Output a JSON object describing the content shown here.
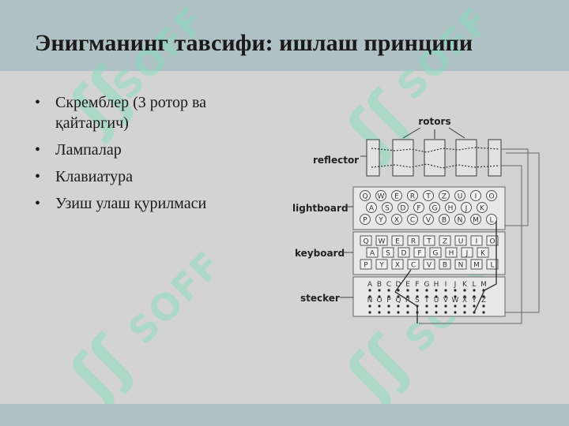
{
  "slide": {
    "title": "Энигманинг тавсифи: ишлаш принципи",
    "bullets": [
      {
        "marker": "•",
        "text": "Скремблер (3 ротор ва қайтаргич)"
      },
      {
        "marker": "•",
        "text": "Лампалар"
      },
      {
        "marker": "•",
        "text": "Клавиатура"
      },
      {
        "marker": "•",
        "text": "Узиш улаш қурилмаси"
      }
    ]
  },
  "diagram": {
    "labels": {
      "rotors": "rotors",
      "reflector": "reflector",
      "lightboard": "lightboard",
      "keyboard": "keyboard",
      "stecker": "stecker"
    },
    "lightboard_rows": [
      [
        "Q",
        "W",
        "E",
        "R",
        "T",
        "Z",
        "U",
        "I",
        "O"
      ],
      [
        "A",
        "S",
        "D",
        "F",
        "G",
        "H",
        "J",
        "K"
      ],
      [
        "P",
        "Y",
        "X",
        "C",
        "V",
        "B",
        "N",
        "M",
        "L"
      ]
    ],
    "keyboard_rows": [
      [
        "Q",
        "W",
        "E",
        "R",
        "T",
        "Z",
        "U",
        "I",
        "O"
      ],
      [
        "A",
        "S",
        "D",
        "F",
        "G",
        "H",
        "J",
        "K"
      ],
      [
        "P",
        "Y",
        "X",
        "C",
        "V",
        "B",
        "N",
        "M",
        "L"
      ]
    ],
    "stecker_rows": [
      [
        "A",
        "B",
        "C",
        "D",
        "E",
        "F",
        "G",
        "H",
        "I",
        "J",
        "K",
        "L",
        "M"
      ],
      [
        "N",
        "O",
        "P",
        "Q",
        "R",
        "S",
        "T",
        "U",
        "V",
        "W",
        "X",
        "Y",
        "Z"
      ]
    ]
  },
  "watermark": {
    "text": "SOFF",
    "glyph": "ʃʃ",
    "color": "#7fe0bb"
  }
}
